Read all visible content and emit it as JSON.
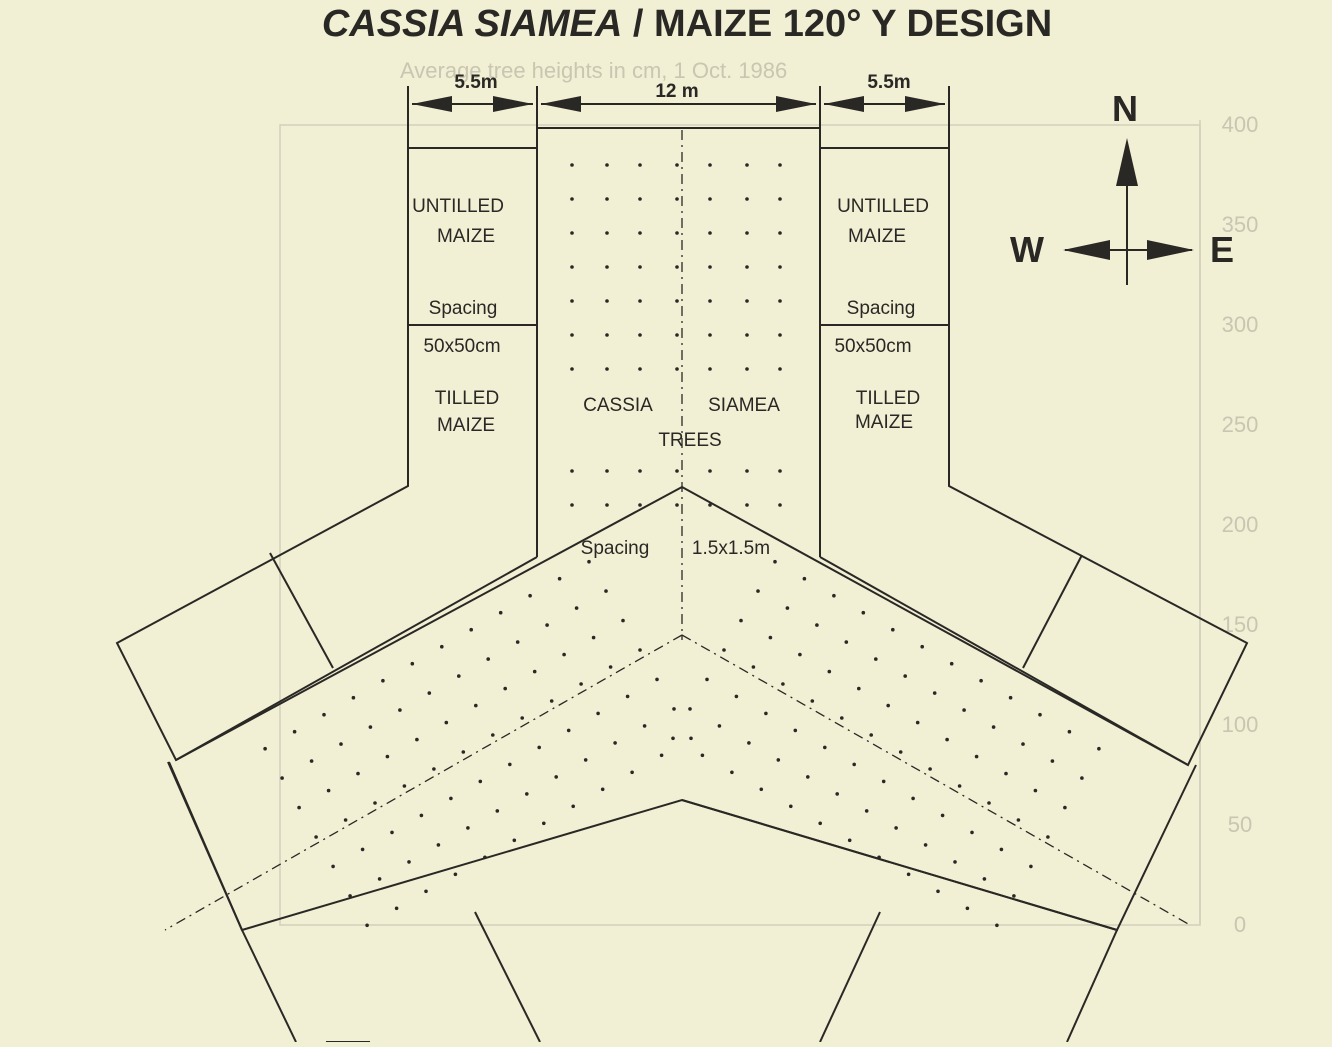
{
  "title": {
    "species": "CASSIA SIAMEA",
    "rest": " / MAIZE 120° Y DESIGN"
  },
  "dimensions": {
    "left_strip": "5.5m",
    "center_strip": "12 m",
    "right_strip": "5.5m"
  },
  "west_strip": {
    "untilled_line1": "UNTILLED",
    "untilled_line2": "MAIZE",
    "spacing_label": "Spacing",
    "spacing_value": "50x50cm",
    "tilled_line1": "TILLED",
    "tilled_line2": "MAIZE"
  },
  "east_strip": {
    "untilled_line1": "UNTILLED",
    "untilled_line2": "MAIZE",
    "spacing_label": "Spacing",
    "spacing_value": "50x50cm",
    "tilled_line1": "TILLED",
    "tilled_line2": "MAIZE"
  },
  "tree_strip": {
    "name_line1_a": "CASSIA",
    "name_line1_b": "SIAMEA",
    "name_line2": "TREES",
    "spacing_label": "Spacing",
    "spacing_value": "1.5x1.5m"
  },
  "compass": {
    "north": "N",
    "west": "W",
    "east": "E"
  },
  "background_bleedthrough": {
    "subtitle_fragment": "Average tree heights in cm, 1 Oct. 1986",
    "right_axis_ticks": [
      "400",
      "350",
      "300",
      "250",
      "200",
      "150",
      "100",
      "50",
      "0"
    ]
  }
}
